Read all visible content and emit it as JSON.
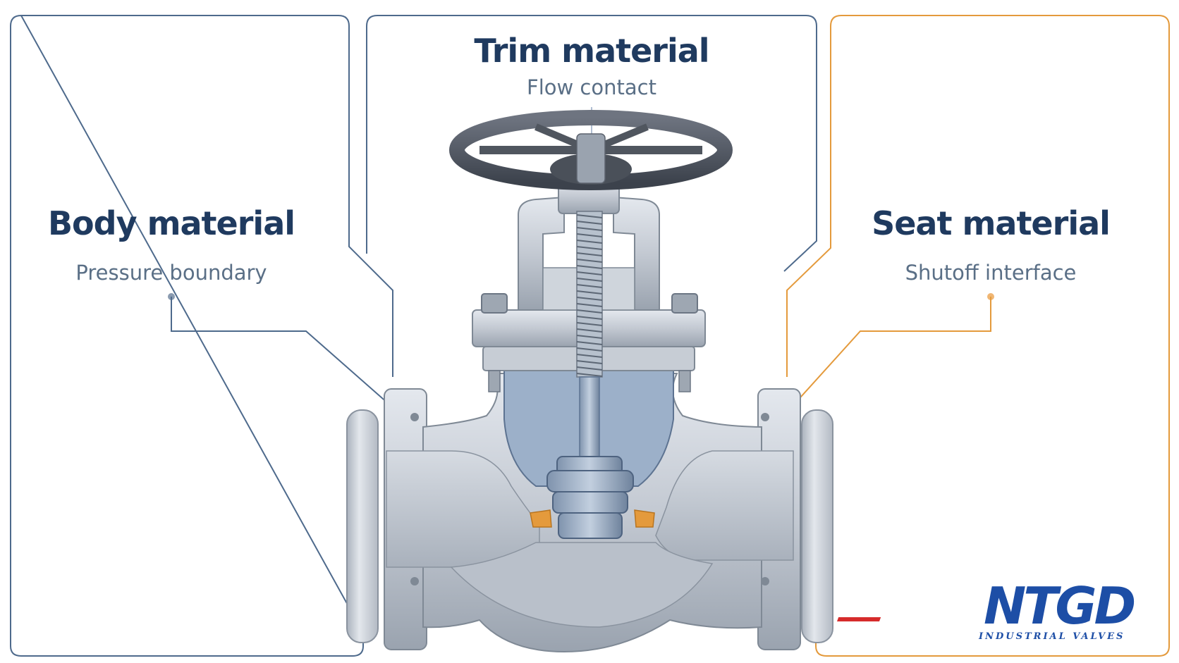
{
  "callouts": {
    "body": {
      "title": "Body material",
      "subtitle": "Pressure boundary"
    },
    "trim": {
      "title": "Trim material",
      "subtitle": "Flow contact"
    },
    "seat": {
      "title": "Seat material",
      "subtitle": "Shutoff interface"
    }
  },
  "logo": {
    "brand": "NTGD",
    "tagline": "INDUSTRIAL VALVES"
  },
  "colors": {
    "navy": "#1f3a5f",
    "seat_accent": "#e49a3c",
    "steel": "#c9ced6",
    "logo_blue": "#1d4ea6",
    "logo_red": "#d62b2b"
  }
}
